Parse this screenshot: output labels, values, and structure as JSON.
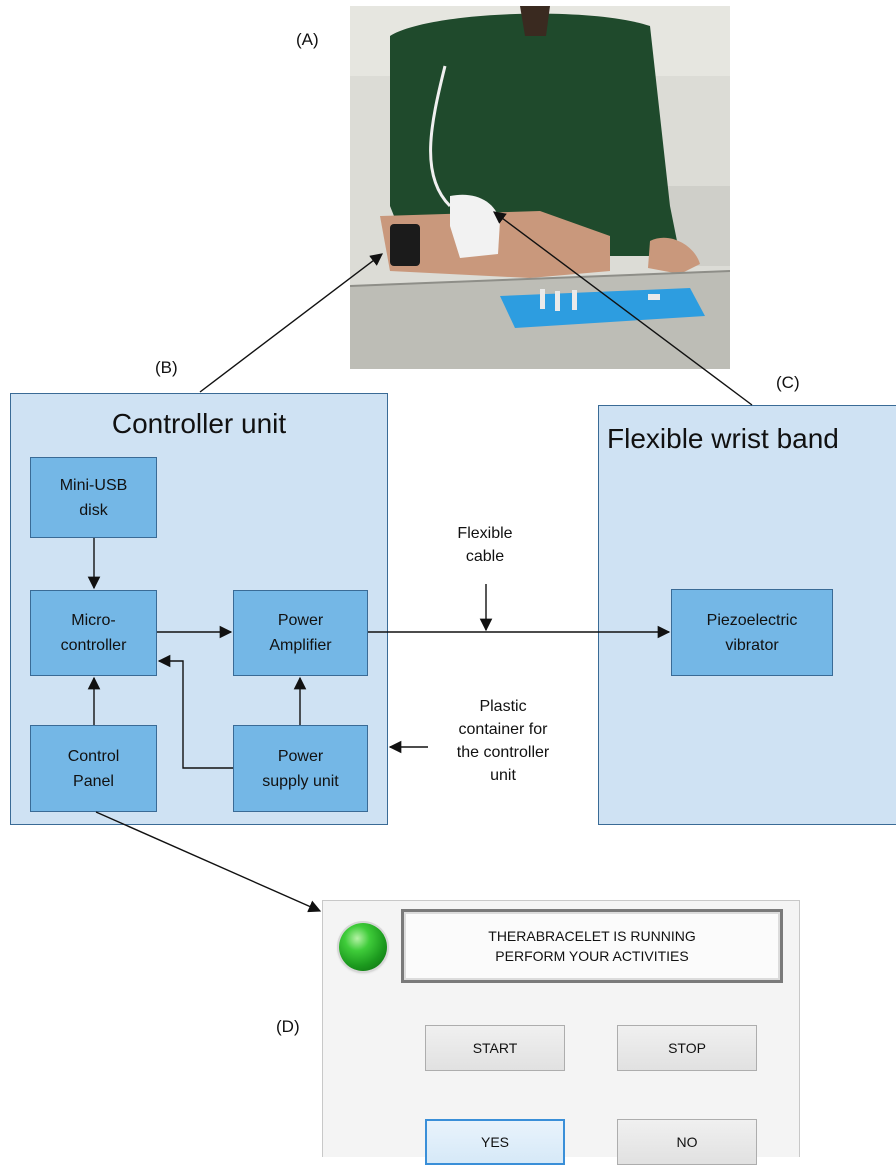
{
  "panels": {
    "a": "(A)",
    "b": "(B)",
    "c": "(C)",
    "d": "(D)"
  },
  "controller_unit": {
    "title": "Controller unit",
    "blocks": {
      "usb": "Mini-USB\ndisk",
      "mcu": "Micro-\ncontroller",
      "amp": "Power\nAmplifier",
      "panel": "Control\nPanel",
      "psu": "Power\nsupply unit"
    }
  },
  "wrist_band": {
    "title": "Flexible wrist band",
    "vibrator": "Piezoelectric\nvibrator"
  },
  "notes": {
    "cable": "Flexible\ncable",
    "container": "Plastic\ncontainer for\nthe controller\nunit"
  },
  "control_panel_ui": {
    "status_line1": "THERABRACELET IS RUNNING",
    "status_line2": "PERFORM YOUR ACTIVITIES",
    "buttons": {
      "start": "START",
      "stop": "STOP",
      "yes": "YES",
      "no": "NO"
    },
    "led_color": "#2fb52f",
    "focused_button": "YES"
  },
  "colors": {
    "unit_fill": "#cfe2f3",
    "block_fill": "#74b7e6",
    "border": "#3a6b96"
  }
}
